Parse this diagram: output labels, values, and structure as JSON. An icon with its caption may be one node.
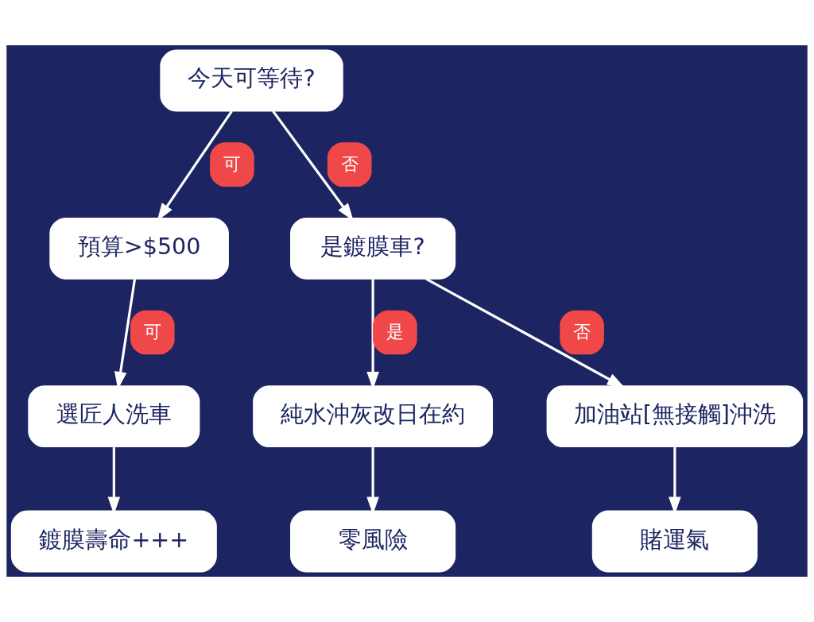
{
  "diagram": {
    "nodes": [
      {
        "text": [
          "今天可等待?"
        ]
      },
      {
        "text": [
          "預算>$500"
        ]
      },
      {
        "text": [
          "是鍍膜車?"
        ]
      },
      {
        "text": [
          "選匠人洗車"
        ]
      },
      {
        "text": [
          "純水沖灰改日在約"
        ]
      },
      {
        "text": [
          "加油站[無接觸]沖洗"
        ]
      },
      {
        "text": [
          "鍍膜壽命+++"
        ]
      },
      {
        "text": [
          "零風險"
        ]
      },
      {
        "text": [
          "賭運氣"
        ]
      }
    ],
    "edges": [
      {
        "from": 0,
        "to": 1,
        "arrow": "to",
        "label": "可"
      },
      {
        "from": 0,
        "to": 2,
        "arrow": "to",
        "label": "否"
      },
      {
        "from": 1,
        "to": 3,
        "arrow": "to",
        "label": "可"
      },
      {
        "from": 2,
        "to": 4,
        "arrow": "to",
        "label": "是"
      },
      {
        "from": 2,
        "to": 5,
        "arrow": "to",
        "label": "否"
      },
      {
        "from": 3,
        "to": 6,
        "arrow": "to"
      },
      {
        "from": 4,
        "to": 7,
        "arrow": "to"
      },
      {
        "from": 5,
        "to": 8,
        "arrow": "to"
      }
    ]
  }
}
